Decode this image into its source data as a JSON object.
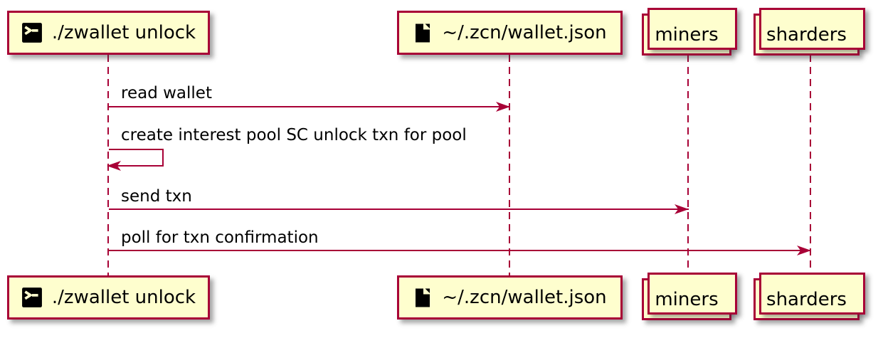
{
  "diagram": {
    "type": "sequence",
    "colors": {
      "participant_fill": "#FEFECE",
      "border": "#A80036",
      "arrow": "#A80036",
      "text": "#000000",
      "background": "#FFFFFF"
    },
    "participants": [
      {
        "label": "./zwallet unlock",
        "icon": "terminal-icon",
        "kind": "participant"
      },
      {
        "label": "~/.zcn/wallet.json",
        "icon": "file-icon",
        "kind": "participant"
      },
      {
        "label": "miners",
        "icon": "none",
        "kind": "collections"
      },
      {
        "label": "sharders",
        "icon": "none",
        "kind": "collections"
      }
    ],
    "messages": [
      {
        "from": "./zwallet unlock",
        "to": "~/.zcn/wallet.json",
        "label": "read wallet",
        "kind": "arrow"
      },
      {
        "from": "./zwallet unlock",
        "to": "./zwallet unlock",
        "label": "create interest pool SC unlock txn for pool",
        "kind": "self-arrow"
      },
      {
        "from": "./zwallet unlock",
        "to": "miners",
        "label": "send txn",
        "kind": "arrow"
      },
      {
        "from": "./zwallet unlock",
        "to": "sharders",
        "label": "poll for txn confirmation",
        "kind": "arrow"
      }
    ]
  }
}
